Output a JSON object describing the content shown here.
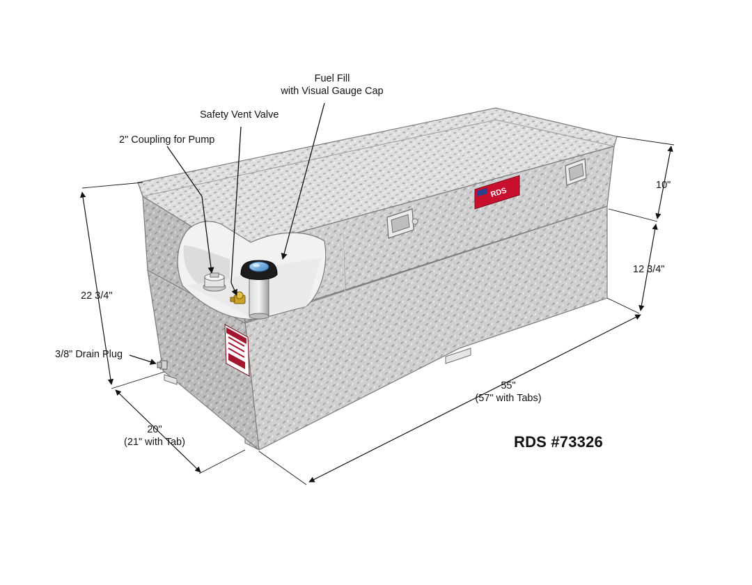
{
  "product_title": "RDS #73326",
  "brand_badge": "RDS",
  "callouts": {
    "fuel_fill_line1": "Fuel Fill",
    "fuel_fill_line2": "with Visual Gauge Cap",
    "safety_vent": "Safety Vent Valve",
    "coupling": "2\" Coupling for Pump",
    "drain_plug": "3/8\" Drain Plug"
  },
  "dimensions": {
    "height_total": "22 3/4\"",
    "lid_height": "10\"",
    "body_height": "12 3/4\"",
    "length": "55\"",
    "length_with_tabs": "(57\" with Tabs)",
    "depth": "20\"",
    "depth_with_tab": "(21\" with Tab)"
  },
  "colors": {
    "aluminum_light": "#d6d6d6",
    "aluminum_mid": "#bdbdbd",
    "aluminum_dark": "#a3a3a3",
    "badge_red": "#c8102e"
  },
  "icons": [
    "diamond-plate-pattern",
    "fuel-cap-icon",
    "vent-valve-icon",
    "coupling-icon",
    "latch-icon",
    "warning-label-icon"
  ]
}
